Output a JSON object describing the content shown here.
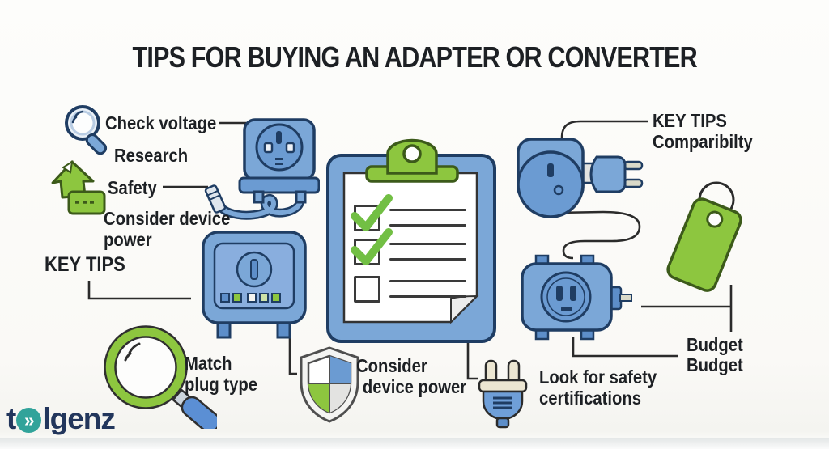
{
  "title": "TIPS FOR BUYING AN ADAPTER OR CONVERTER",
  "labels": {
    "check_voltage": "Check voltage",
    "research": "Research",
    "safety": "Safety",
    "consider_device_l1": "Consider device",
    "consider_device_l2": "power",
    "key_tips_left": "KEY TIPS",
    "match_l1": "Match",
    "match_l2": "plug type",
    "center_consider_l1": "Consider",
    "center_consider_l2": "device power",
    "look_safety_l1": "Look for safety",
    "look_safety_l2": "certifications",
    "key_tips_right_l1": "KEY TIPS",
    "key_tips_right_l2": "Comparibilty",
    "budget_1": "Budget",
    "budget_2": "Budget"
  },
  "checklist": {
    "items": [
      {
        "checked": true
      },
      {
        "checked": true
      },
      {
        "checked": false
      }
    ]
  },
  "logo": {
    "prefix": "t",
    "glyph": "»",
    "suffix": "lgenz"
  },
  "colors": {
    "blue": "#7ba7d7",
    "blue_dark": "#5d8ec9",
    "blue_face": "#6b9bd2",
    "blue_inner": "#89aede",
    "outline_navy": "#1f3d63",
    "green": "#8dc63f",
    "green_dark": "#3c5a1a",
    "check_green": "#72bf44",
    "cream": "#ece6d2",
    "line": "#2b2b2b",
    "text": "#1d2024",
    "logo_navy": "#22365c",
    "logo_teal": "#31a39a"
  }
}
